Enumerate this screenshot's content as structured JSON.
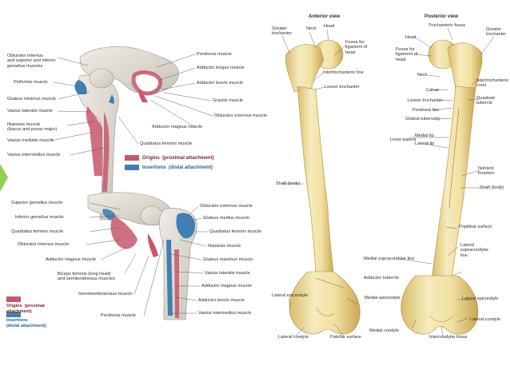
{
  "panel_a": {
    "labels_left": [
      "Obturator internus\nand superior and inferior\ngemellus muscles",
      "Piriformis muscle",
      "Gluteus minimus muscle",
      "Vastus lateralis muscle",
      "Iliopsoas muscle\n(iliacus and psoas major)",
      "Vastus medialis muscle",
      "Vastus intermedius muscle"
    ],
    "labels_right": [
      "Pectineus muscle",
      "Adductor longus muscle",
      "Adductor brevis muscle",
      "Gracilis muscle",
      "Obturator externus muscle",
      "Adductor magnus muscle",
      "Quadratus femoris muscle"
    ],
    "legend": {
      "origins": "Origins  (proximal attachment)",
      "insertions": "Insertions  (distal attachment)"
    }
  },
  "panel_b": {
    "labels_left": [
      "Superior gemellus muscle",
      "Inferior gemellus muscle",
      "Quadratus femoris muscle",
      "Obturator internus muscle",
      "Adductor magnus muscle",
      "Biceps femoris (long head)\nand semitendinosus muscles",
      "Semimembranosus muscle",
      "Pectineus muscle"
    ],
    "labels_right": [
      "Obturator externus muscle",
      "Gluteus medius muscle",
      "Quadratus femoris muscle",
      "Iliopsoas muscle",
      "Gluteus maximus muscle",
      "Vastus lateralis muscle",
      "Adductor magnus muscle",
      "Adductor brevis muscle",
      "Vastus intermedius muscle"
    ],
    "legend": {
      "origins": "Origins  (proximal\nattachment)",
      "insertions": "Insertions\n(distal attachment)"
    }
  },
  "anterior": {
    "title": "Anterior view",
    "labels_left": [
      "Greater\ntrochanter",
      "Shaft (body)",
      "Lateral epicondyle",
      "Lateral condyle"
    ],
    "labels_top": [
      "Neck",
      "Head"
    ],
    "labels_right": [
      "Fovea for\nligament of\nhead",
      "Intertrochanteric line",
      "Lesser trochanter",
      "Adductor tubercle",
      "Medial epicondyle",
      "Patellar surface"
    ]
  },
  "posterior": {
    "title": "Posterior view",
    "labels_top": [
      "Trochanteric fossa"
    ],
    "labels_left": [
      "Head",
      "Fovea for\nligament of\nhead",
      "Neck",
      "Calcar",
      "Lesser trochanter",
      "Pectineal line",
      "Gluteal tuberosity",
      "Linea aspera",
      "Medial lip",
      "Lateral lip",
      "Medial supracondylar line",
      "Medial condyle"
    ],
    "labels_right": [
      "Greater\ntrochanter",
      "Intertrochanteric\ncrest",
      "Quadrate\ntubercle",
      "Nutrient\nforamen",
      "Shaft (body)",
      "Popliteal surface",
      "Lateral\nsupracondylar\nline",
      "Lateral epicondyle",
      "Lateral condyle",
      "Intercondylar fossa"
    ]
  },
  "colors": {
    "origin": "#c8566b",
    "insertion": "#3f7fb3",
    "bone": "#f1e3a8",
    "bone_shade": "#d7b866",
    "label": "#3a2b1e"
  },
  "icons": [
    "hip-bone-illustration",
    "femur-anterior-illustration",
    "femur-posterior-illustration"
  ]
}
